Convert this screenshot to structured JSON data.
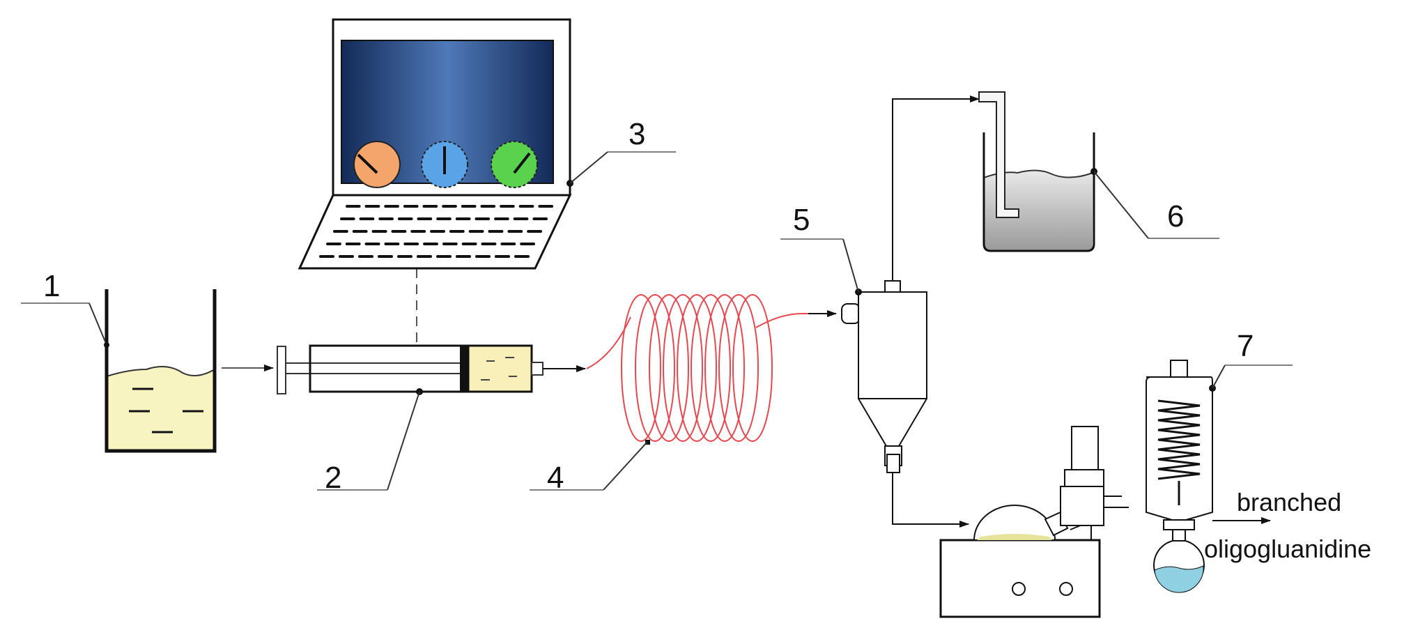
{
  "labels": {
    "l1": "1",
    "l2": "2",
    "l3": "3",
    "l4": "4",
    "l5": "5",
    "l6": "6",
    "l7": "7"
  },
  "product": {
    "line1": "branched",
    "line2": "oligogluanidine"
  },
  "colors": {
    "liquid_yellow": "#f8f4c2",
    "coil_red": "#e8474f",
    "screen_blue": "#1f3f78",
    "dial_orange": "#f3a56c",
    "dial_blue": "#5aa3e6",
    "dial_green": "#5bd24e",
    "beaker_gray": "#c9c9c9",
    "flask_blue": "#8fd0e2"
  }
}
